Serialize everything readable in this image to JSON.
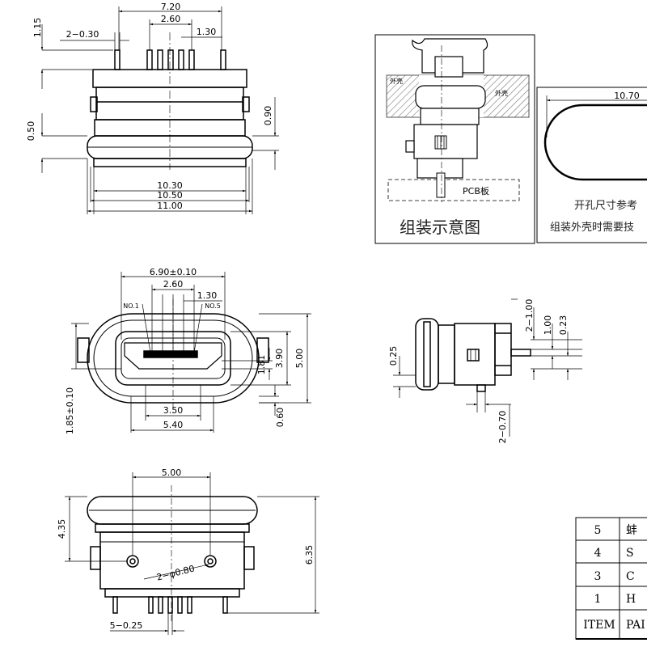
{
  "top_view": {
    "dim_width": "7.20",
    "dim_pitch_outer": "2.60",
    "dim_pitch": "1.30",
    "dim_pin_width": "2−0.30",
    "dim_pin_height": "1.15",
    "dim_flange": "0.50",
    "dim_ring": "0.90",
    "dim_inner": "10.30",
    "dim_mid": "10.50",
    "dim_outer": "11.00"
  },
  "assembly": {
    "label_shell_left": "外壳",
    "label_shell_right": "外壳",
    "label_pcb": "PCB板",
    "caption": "组装示意图"
  },
  "cutout": {
    "dim_width": "10.70",
    "note1": "开孔尺寸参考",
    "note2": "组装外壳时需要技"
  },
  "front_view": {
    "dim_width": "6.90±0.10",
    "dim_pitch_outer": "2.60",
    "dim_pitch": "1.30",
    "label_pin1": "NO.1",
    "label_pin5": "NO.5",
    "dim_height_outer": "5.00",
    "dim_height_inner": "3.90",
    "dim_small": "1.81",
    "dim_offset": "1.85±0.10",
    "dim_inner_width": "3.50",
    "dim_outer_width": "5.40",
    "dim_bottom": "0.60"
  },
  "side_view": {
    "dim_a": "2−1.00",
    "dim_b": "1.00",
    "dim_c": "0.23",
    "dim_d": "0.25",
    "dim_e": "2−0.70"
  },
  "bottom_view": {
    "dim_width": "5.00",
    "dim_height": "4.35",
    "dim_total": "6.35",
    "dim_hole": "2−φ0.80",
    "dim_pins": "5−0.25"
  },
  "table": {
    "rows": [
      {
        "item": "5",
        "part": "蚌"
      },
      {
        "item": "4",
        "part": "S"
      },
      {
        "item": "3",
        "part": "C"
      },
      {
        "item": "1",
        "part": "H"
      }
    ],
    "header_item": "ITEM",
    "header_part": "PAI"
  }
}
